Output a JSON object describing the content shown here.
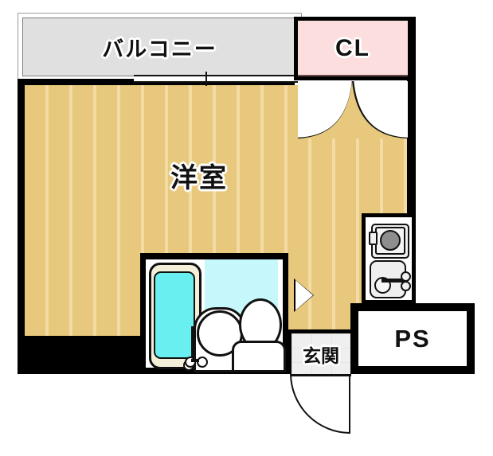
{
  "plan": {
    "title_rooms": {
      "balcony": "バルコニー",
      "main_room": "洋室",
      "closet": "CL",
      "entrance": "玄関",
      "pipe_shaft": "PS"
    },
    "colors": {
      "floor_wood": "#e8c87c",
      "floor_wood_light": "#f2dca4",
      "balcony_gray": "#e0e0e0",
      "closet_pink": "#fcdede",
      "bath_cyan": "#c6f7fb",
      "tub_water": "#69efef",
      "wall_black": "#000000",
      "genkan_tile": "#efefef",
      "white": "#ffffff"
    },
    "fixtures": [
      {
        "name": "bathtub",
        "room": "bathroom"
      },
      {
        "name": "washbasin",
        "room": "bathroom"
      },
      {
        "name": "toilet",
        "room": "bathroom"
      },
      {
        "name": "stove",
        "room": "kitchen"
      },
      {
        "name": "kitchen-sink",
        "room": "kitchen"
      }
    ],
    "openings": [
      {
        "name": "balcony-window",
        "type": "sliding-window"
      },
      {
        "name": "closet-doors",
        "type": "double-swing"
      },
      {
        "name": "entrance-door",
        "type": "single-swing"
      },
      {
        "name": "bathroom-door",
        "type": "sliding"
      }
    ]
  }
}
